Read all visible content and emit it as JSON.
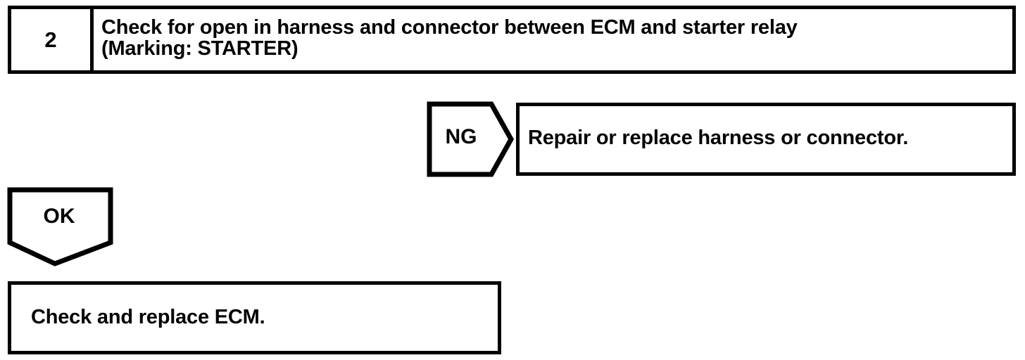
{
  "colors": {
    "ink": "#000000",
    "paper": "#ffffff"
  },
  "diagram": {
    "type": "troubleshooting-flowchart",
    "step": {
      "number": "2",
      "title_line_1": "Check for open in harness and connector between ECM and starter relay",
      "title_line_2": "(Marking: STARTER)"
    },
    "branches": [
      {
        "label": "NG",
        "direction": "right",
        "result": "Repair or replace harness or connector."
      },
      {
        "label": "OK",
        "direction": "down",
        "result": "Check and replace ECM."
      }
    ]
  }
}
